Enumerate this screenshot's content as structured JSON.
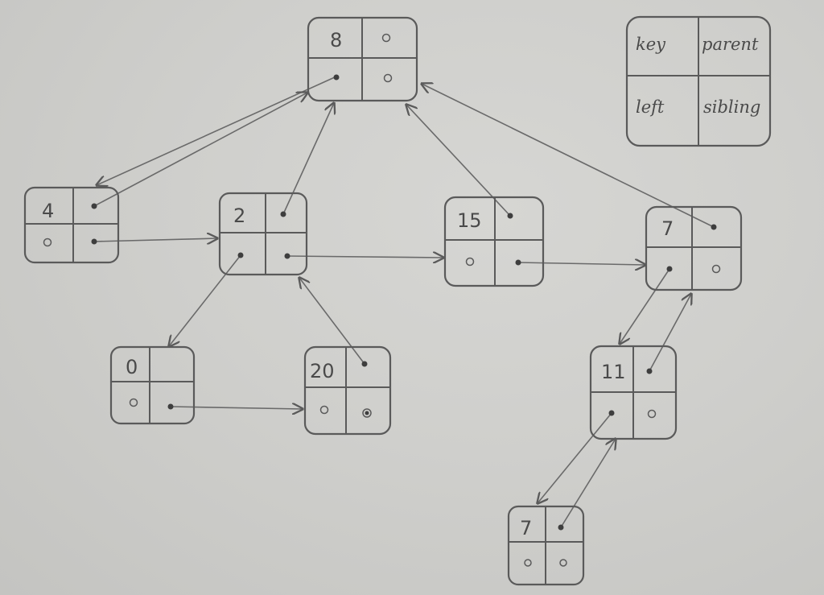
{
  "legend": {
    "key": "key",
    "parent": "parent",
    "left": "left",
    "sibling": "sibling"
  },
  "nodes": [
    {
      "id": "n8",
      "key": "8"
    },
    {
      "id": "n4",
      "key": "4"
    },
    {
      "id": "n2",
      "key": "2"
    },
    {
      "id": "n15",
      "key": "15"
    },
    {
      "id": "n7",
      "key": "7"
    },
    {
      "id": "n0",
      "key": "0"
    },
    {
      "id": "n20",
      "key": "20"
    },
    {
      "id": "n11",
      "key": "11"
    },
    {
      "id": "n7b",
      "key": "7"
    }
  ],
  "colors": {
    "ink": "#5a5a5a",
    "paper": "#d0d0cd"
  }
}
